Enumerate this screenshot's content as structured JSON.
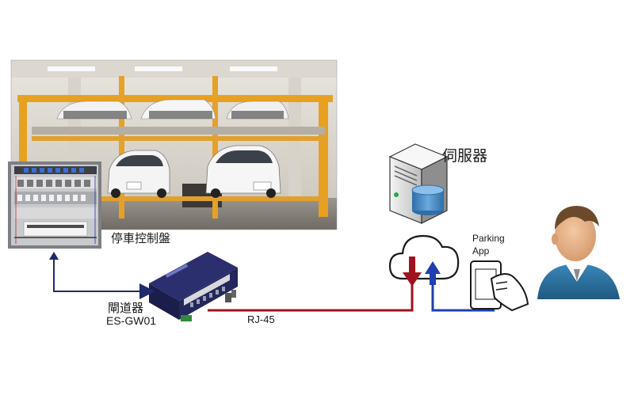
{
  "labels": {
    "parking_panel": "停車控制盤",
    "gateway": "閘道器",
    "gateway_model": "ES-GW01",
    "cable": "RJ-45",
    "server": "伺服器",
    "app_line1": "Parking",
    "app_line2": "App"
  },
  "colors": {
    "dark_blue_link": "#1f2a6b",
    "red_link": "#a0121e",
    "blue_link": "#1f3fb0",
    "steel_frame": "#e8a020",
    "user_shirt": "#2a6f99"
  },
  "icons": [
    "garage-photo",
    "control-panel",
    "gateway-device",
    "server-icon",
    "cloud-icon",
    "phone-hand-icon",
    "user-icon"
  ]
}
